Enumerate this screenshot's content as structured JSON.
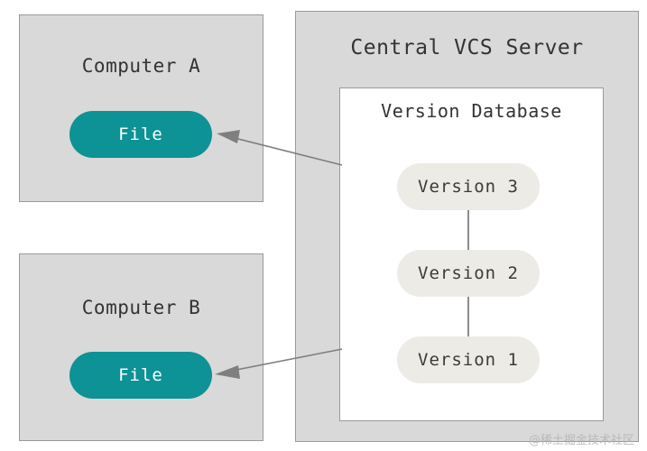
{
  "diagram": {
    "type": "centralized-version-control-system",
    "background_color": "#ffffff",
    "watermark": "@稀土掘金技术社区",
    "colors": {
      "box_fill": "#d9d9d9",
      "box_border": "#9a9a9a",
      "inner_box_fill": "#ffffff",
      "file_pill": "#0d9296",
      "file_pill_text": "#ffffff",
      "version_pill": "#ecebe6",
      "version_pill_text": "#3b3b3b",
      "arrow": "#7f7f7f",
      "title_text": "#333333"
    }
  },
  "clients": [
    {
      "id": "computer-a",
      "title": "Computer A",
      "file_label": "File"
    },
    {
      "id": "computer-b",
      "title": "Computer B",
      "file_label": "File"
    }
  ],
  "server": {
    "title": "Central VCS Server",
    "database": {
      "title": "Version Database",
      "versions": [
        {
          "id": "version-3",
          "label": "Version 3"
        },
        {
          "id": "version-2",
          "label": "Version 2"
        },
        {
          "id": "version-1",
          "label": "Version 1"
        }
      ]
    }
  },
  "arrows": [
    {
      "id": "arrow-server-to-computer-a",
      "from": "Version Database",
      "to": "Computer A File",
      "direction": "left"
    },
    {
      "id": "arrow-server-to-computer-b",
      "from": "Version Database",
      "to": "Computer B File",
      "direction": "left"
    }
  ]
}
